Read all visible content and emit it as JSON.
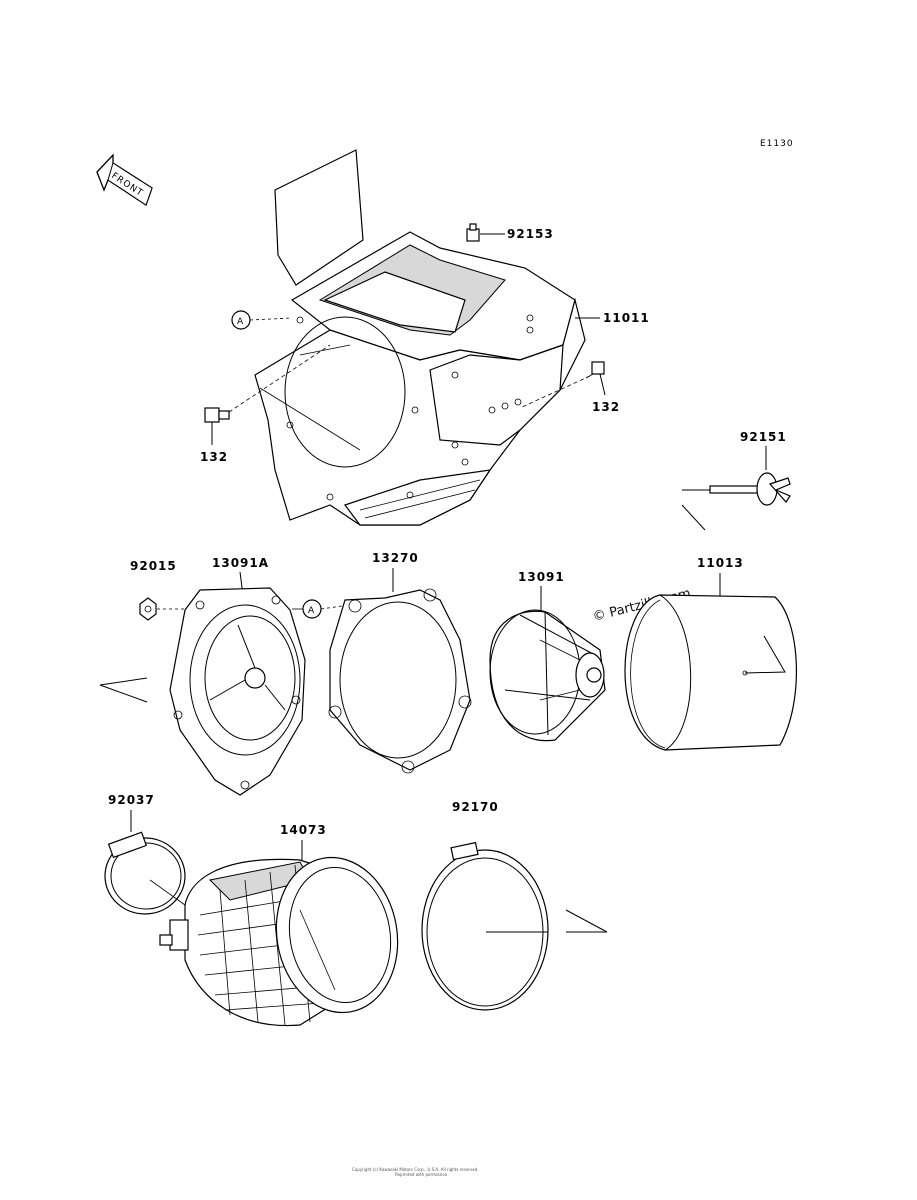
{
  "diagram_code": "E1130",
  "front_arrow_text": "FRONT",
  "watermark": "© Partzilla.com",
  "ref_marker": "A",
  "callouts": {
    "p92153": "92153",
    "p11011": "11011",
    "p132_right": "132",
    "p132_left": "132",
    "p92151": "92151",
    "p92015": "92015",
    "p13091A": "13091A",
    "p13270": "13270",
    "p13091": "13091",
    "p11013": "11013",
    "p92037": "92037",
    "p14073": "14073",
    "p92170": "92170"
  },
  "footer_line1": "Copyright (c) Kawasaki Motors Corp., U.S.A. All rights reserved.",
  "footer_line2": "Reprinted with permission."
}
